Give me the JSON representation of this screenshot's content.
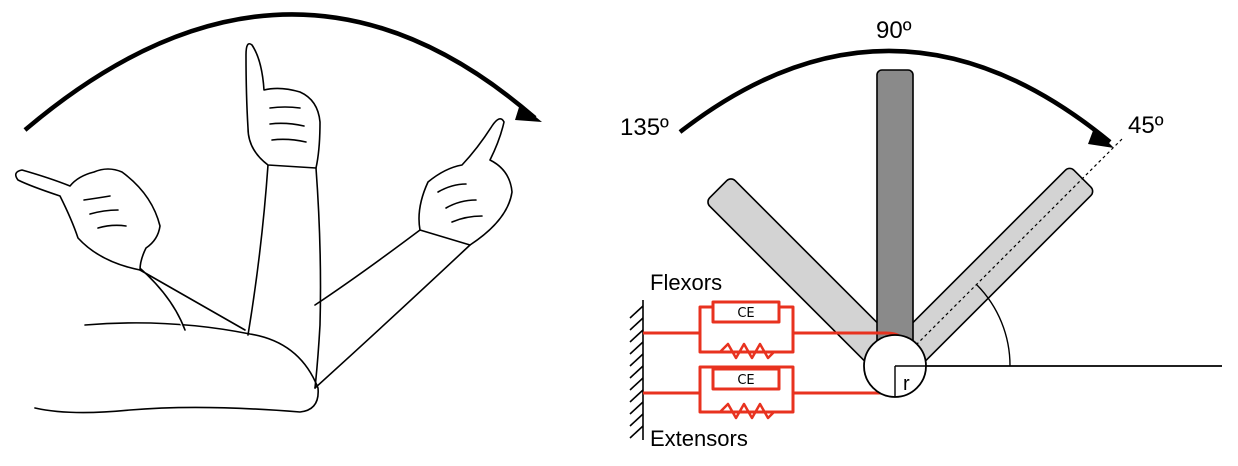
{
  "angles": {
    "top": "90º",
    "left": "135º",
    "right": "45º"
  },
  "muscles": {
    "flexors": "Flexors",
    "extensors": "Extensors",
    "ce_top": "CE",
    "ce_bottom": "CE"
  },
  "joint": {
    "radius_label": "r"
  },
  "colors": {
    "muscle": "#e8321f",
    "segment_light": "#d3d3d3",
    "segment_dark": "#8a8a8a",
    "outline": "#000000"
  }
}
